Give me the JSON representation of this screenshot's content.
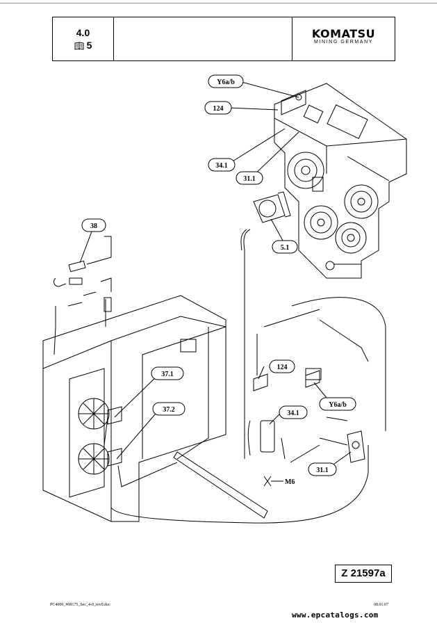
{
  "header": {
    "section_number": "4.0",
    "book_icon": "book-icon",
    "volume": "5",
    "title": "",
    "logo_brand": "KOMATSU",
    "logo_sub": "MINING GERMANY"
  },
  "callouts": {
    "c1": "Y6a/b",
    "c2": "124",
    "c3": "34.1",
    "c4": "31.1",
    "c5": "38",
    "c6": "5.1",
    "c7": "37.1",
    "c8": "37.2",
    "c9": "124",
    "c10": "Y6a/b",
    "c11": "34.1",
    "c12": "31.1",
    "m6": "M6"
  },
  "figure_id": "Z 21597a",
  "footer": {
    "doc_ref": "PC4000_#08175_Sec_4-0_rev0.doc",
    "date": "08.01.07"
  },
  "watermark": "www.epcatalogs.com"
}
